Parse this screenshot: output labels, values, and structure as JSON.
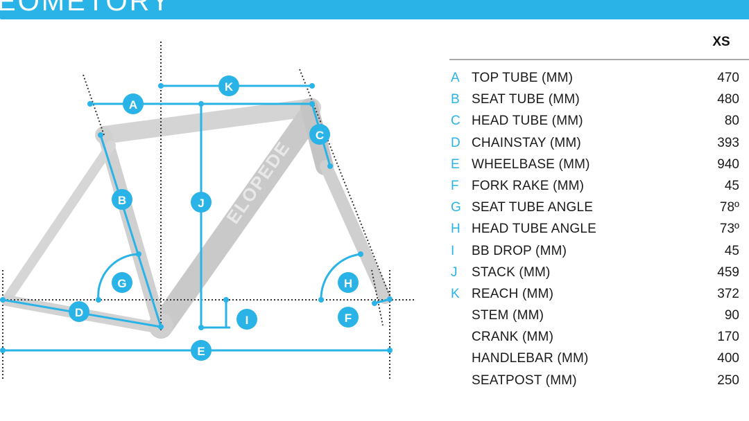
{
  "header": {
    "title": "EOMETORY",
    "color": "#2ab3e6"
  },
  "diagram": {
    "markers": [
      "A",
      "B",
      "C",
      "D",
      "E",
      "F",
      "G",
      "H",
      "I",
      "J",
      "K"
    ],
    "accent_color": "#2ab3e6",
    "frame_color": "#d0d0d0"
  },
  "table": {
    "size_header": "XS",
    "rows": [
      {
        "letter": "A",
        "label": "TOP TUBE (MM)",
        "value": "470"
      },
      {
        "letter": "B",
        "label": "SEAT TUBE (MM)",
        "value": "480"
      },
      {
        "letter": "C",
        "label": "HEAD TUBE (MM)",
        "value": "80"
      },
      {
        "letter": "D",
        "label": "CHAINSTAY (MM)",
        "value": "393"
      },
      {
        "letter": "E",
        "label": "WHEELBASE (MM)",
        "value": "940"
      },
      {
        "letter": "F",
        "label": "FORK RAKE (MM)",
        "value": "45"
      },
      {
        "letter": "G",
        "label": "SEAT TUBE ANGLE",
        "value": "78º"
      },
      {
        "letter": "H",
        "label": "HEAD TUBE ANGLE",
        "value": "73º"
      },
      {
        "letter": "I",
        "label": "BB DROP (MM)",
        "value": "45"
      },
      {
        "letter": "J",
        "label": "STACK (MM)",
        "value": "459"
      },
      {
        "letter": "K",
        "label": "REACH (MM)",
        "value": "372"
      },
      {
        "letter": "",
        "label": "STEM (MM)",
        "value": "90"
      },
      {
        "letter": "",
        "label": "CRANK (MM)",
        "value": "170"
      },
      {
        "letter": "",
        "label": "HANDLEBAR (MM)",
        "value": "400"
      },
      {
        "letter": "",
        "label": "SEATPOST (MM)",
        "value": "250"
      }
    ]
  }
}
